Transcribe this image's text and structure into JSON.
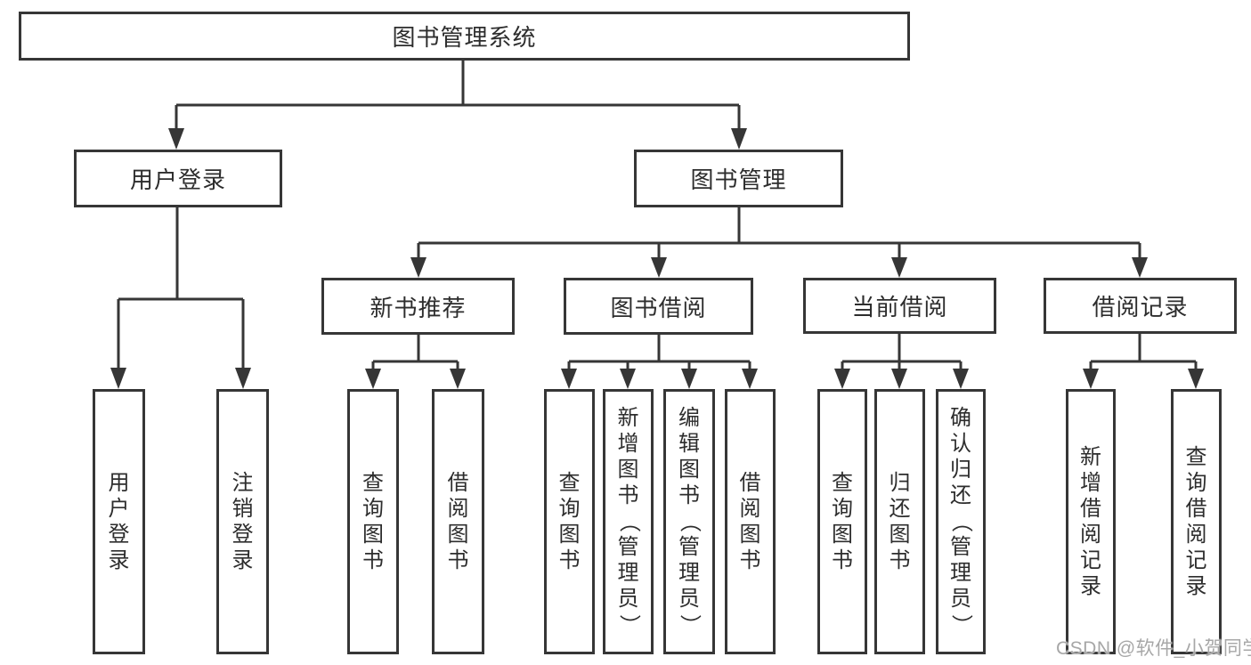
{
  "tree": {
    "label": "图书管理系统",
    "children": [
      {
        "label": "用户登录",
        "children": [
          {
            "label": "用户登录"
          },
          {
            "label": "注销登录"
          }
        ]
      },
      {
        "label": "图书管理",
        "children": [
          {
            "label": "新书推荐",
            "children": [
              {
                "label": "查询图书"
              },
              {
                "label": "借阅图书"
              }
            ]
          },
          {
            "label": "图书借阅",
            "children": [
              {
                "label": "查询图书"
              },
              {
                "label": "新增图书（管理员）"
              },
              {
                "label": "编辑图书（管理员）"
              },
              {
                "label": "借阅图书"
              }
            ]
          },
          {
            "label": "当前借阅",
            "children": [
              {
                "label": "查询图书"
              },
              {
                "label": "归还图书"
              },
              {
                "label": "确认归还（管理员）"
              }
            ]
          },
          {
            "label": "借阅记录",
            "children": [
              {
                "label": "新增借阅记录"
              },
              {
                "label": "查询借阅记录"
              }
            ]
          }
        ]
      }
    ]
  },
  "watermark": {
    "text": "CSDN @软件_小贺同学"
  },
  "colors": {
    "background": "#ffffff",
    "border": "#363636",
    "text": "#2d2d2d",
    "connector": "#363636",
    "watermark": "#a7a7a7"
  }
}
